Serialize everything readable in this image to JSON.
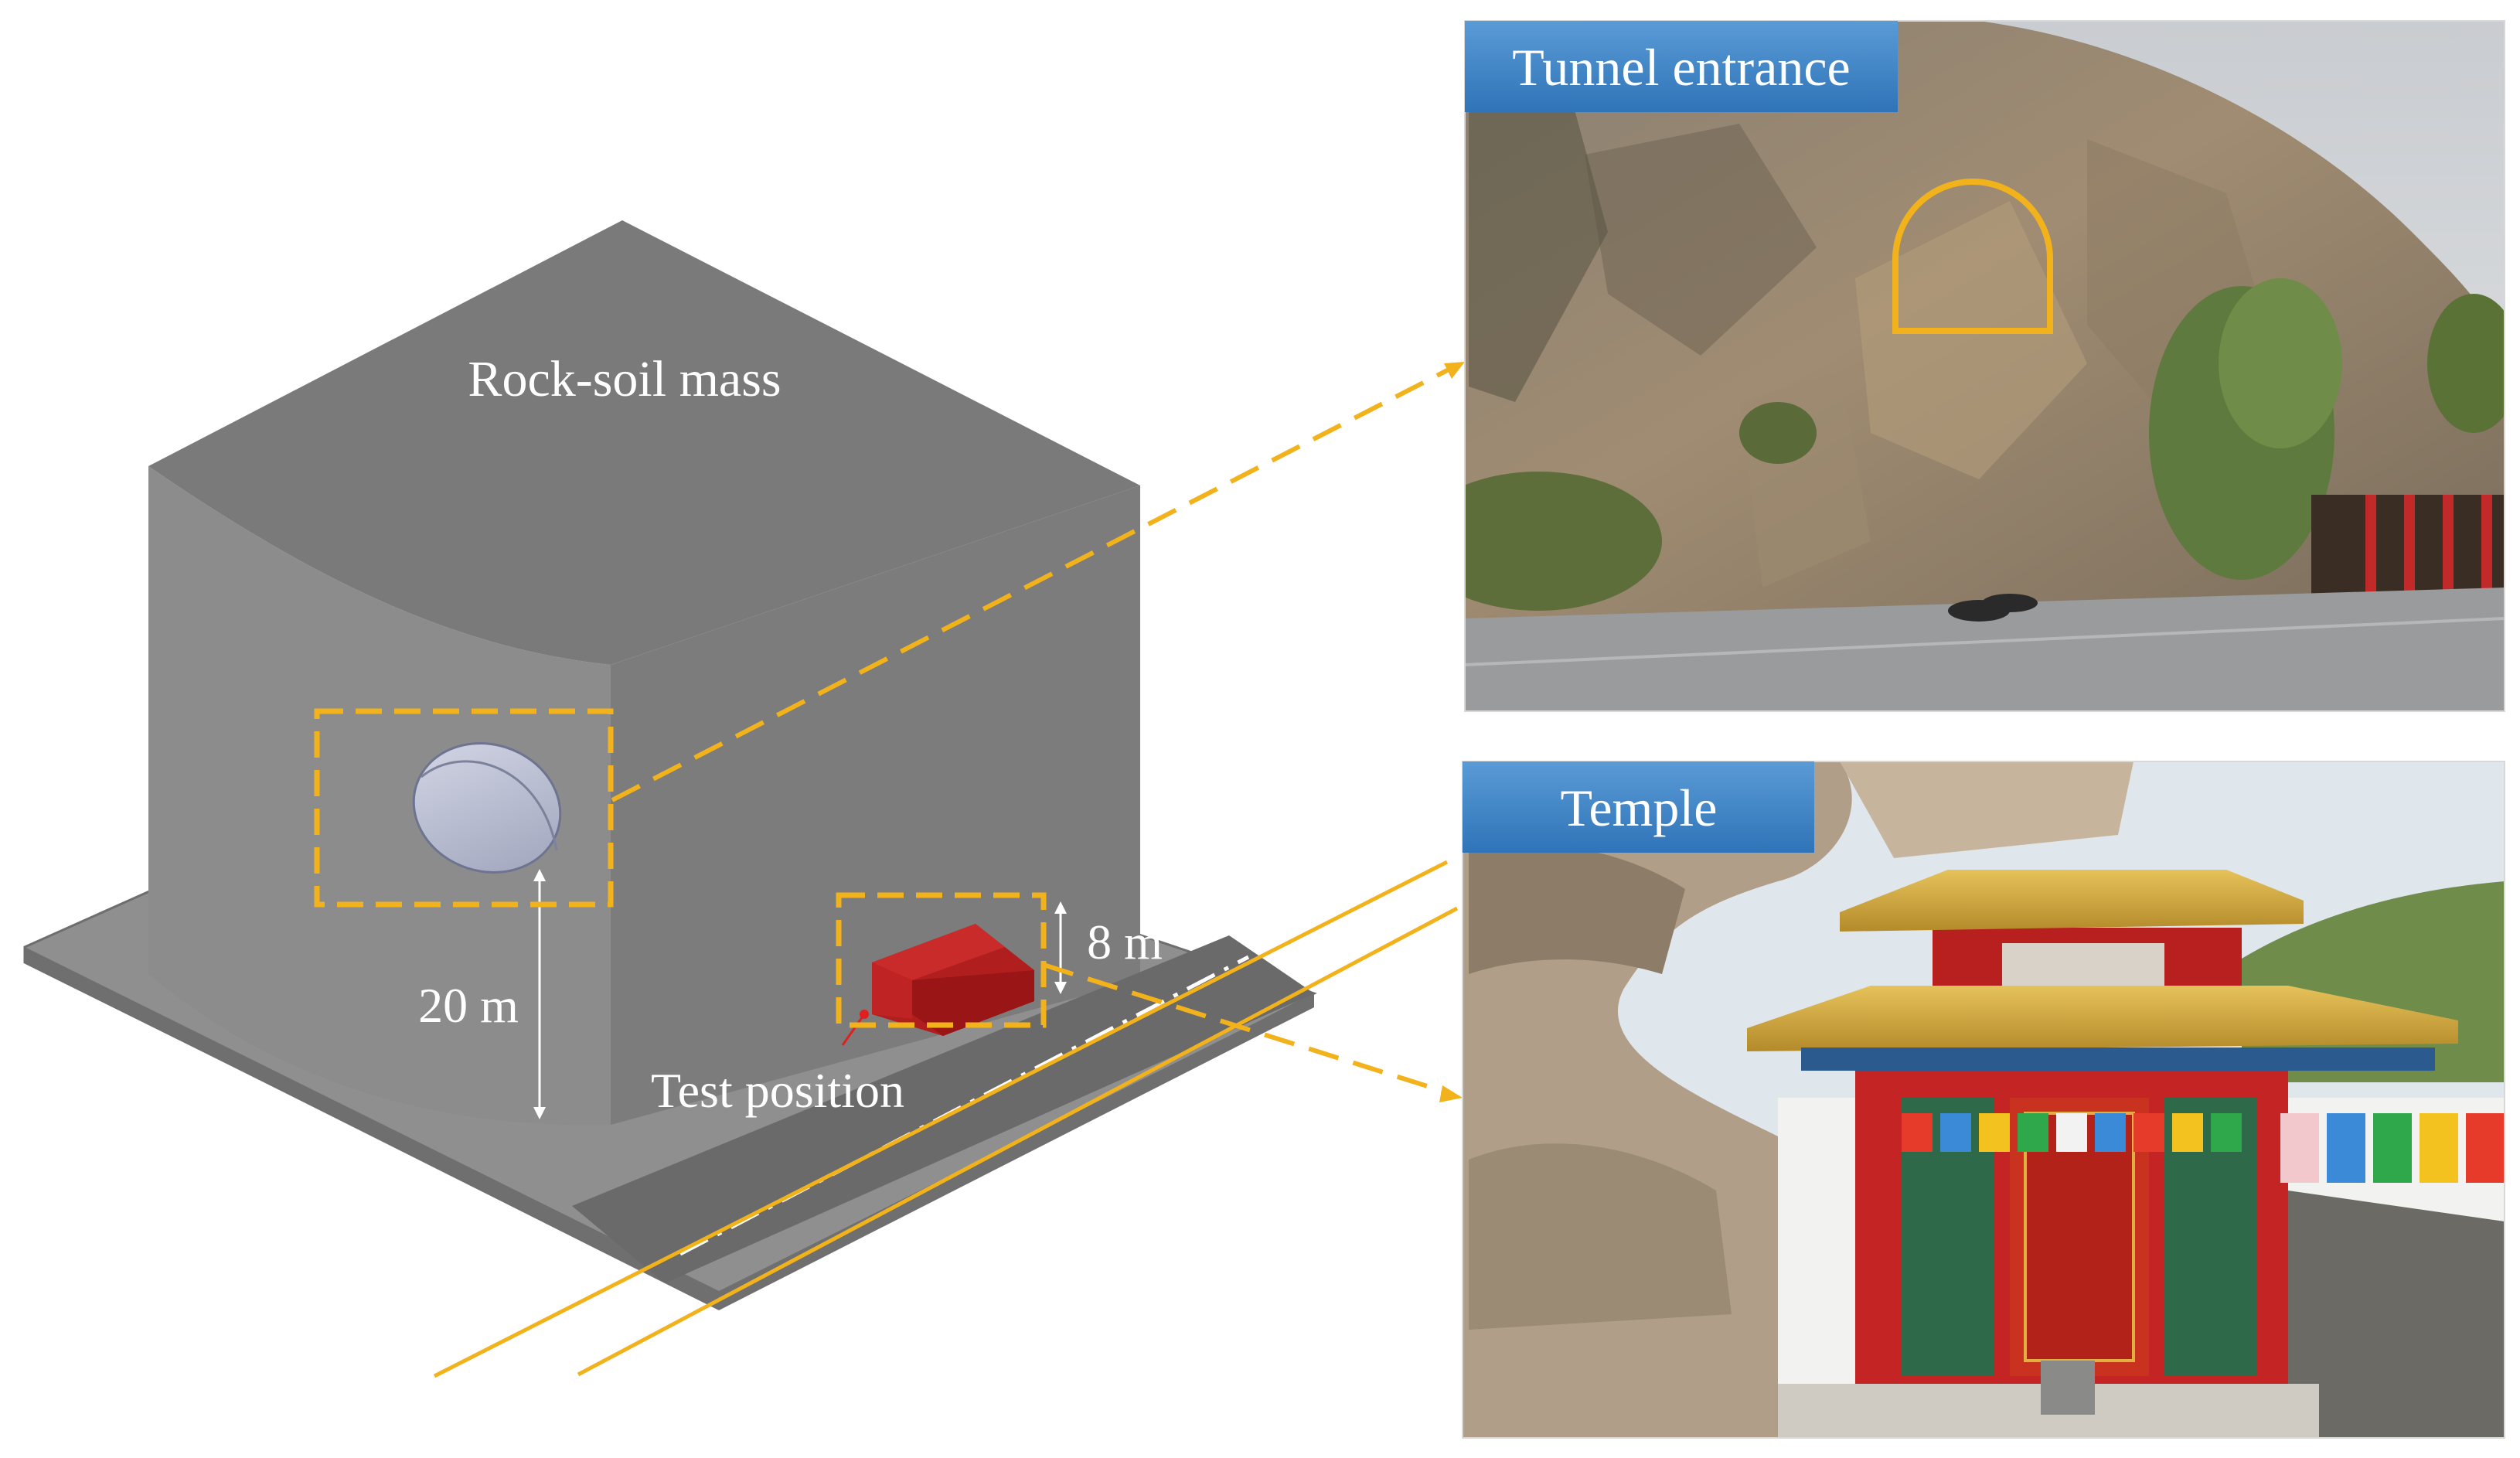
{
  "labels": {
    "rock_soil_mass": "Rock-soil mass",
    "height_tunnel": "20 m",
    "height_temple": "8 m",
    "test_position": "Test position"
  },
  "photos": {
    "tunnel_title": "Tunnel entrance",
    "temple_title": "Temple"
  },
  "colors": {
    "highlight": "#f2b21b",
    "model_gray": "#828282",
    "title_blue": "#3d86c8",
    "temple_red": "#b01e1e"
  }
}
